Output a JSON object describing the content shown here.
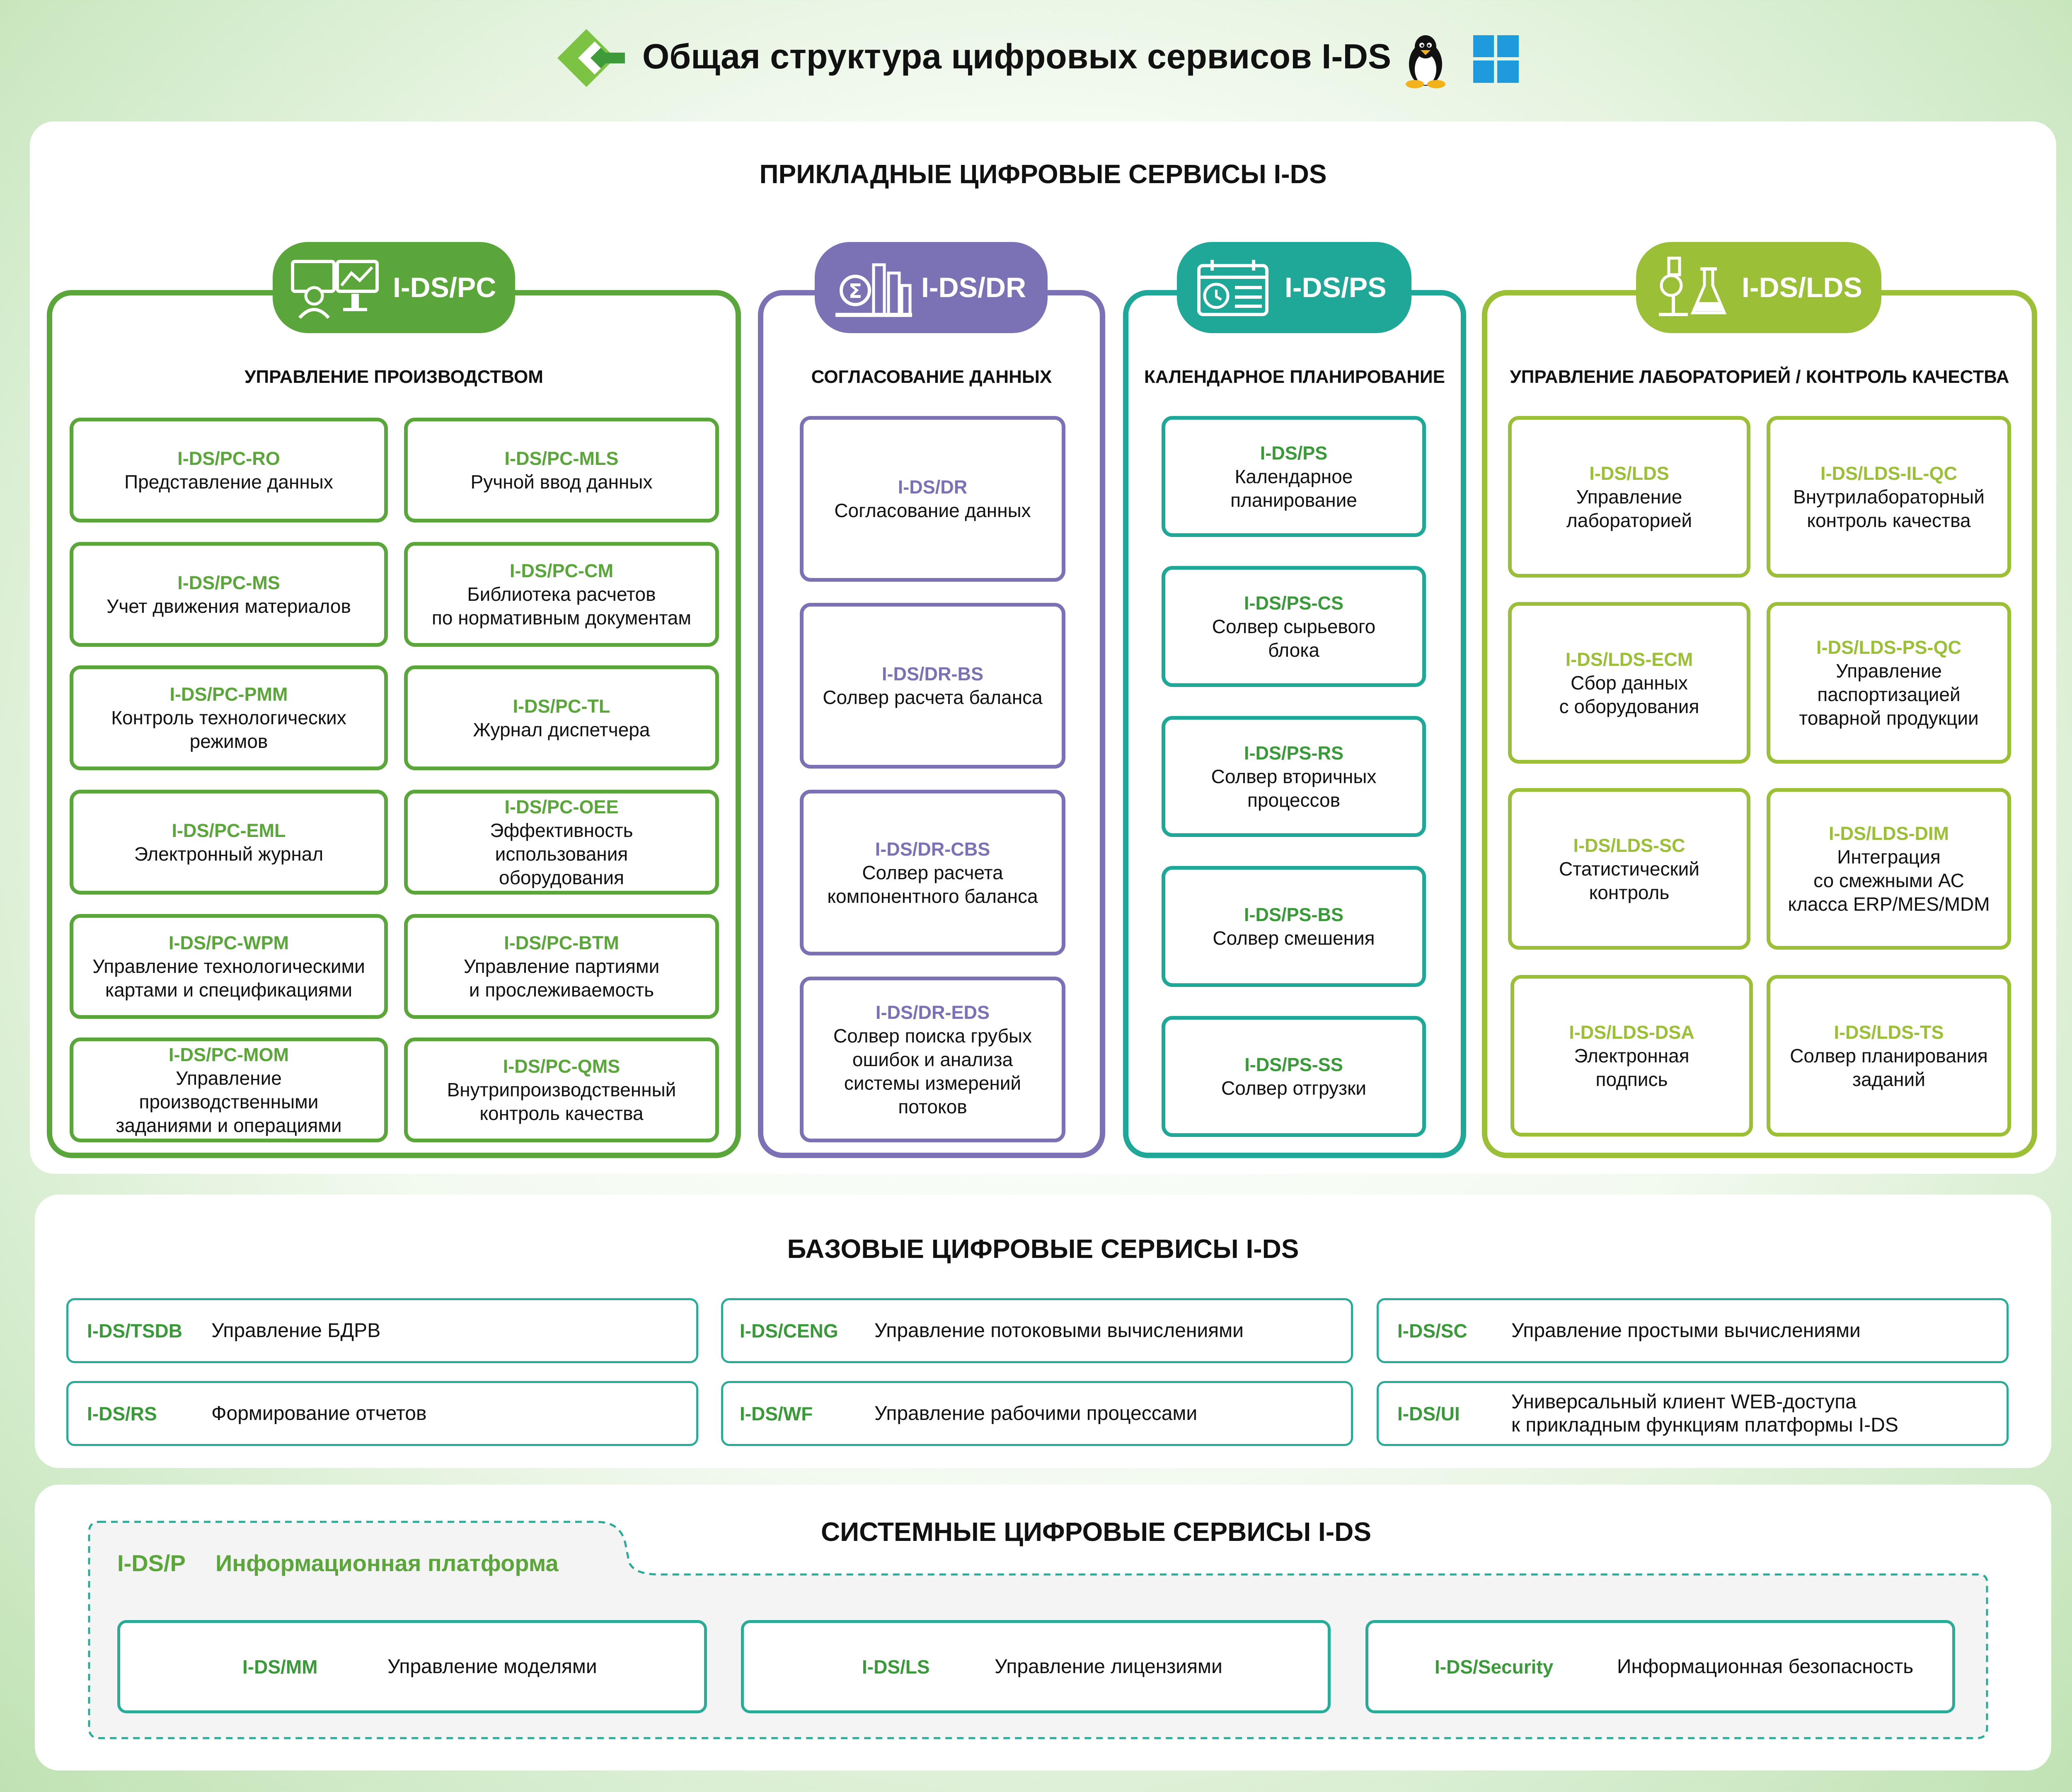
{
  "header": {
    "title": "Общая структура цифровых сервисов I-DS"
  },
  "applied": {
    "title": "ПРИКЛАДНЫЕ ЦИФРОВЫЕ СЕРВИСЫ I-DS",
    "pc": {
      "tag": "I-DS/PC",
      "subtitle": "УПРАВЛЕНИЕ ПРОИЗВОДСТВОМ",
      "color": "#5aa63a",
      "cards": [
        {
          "code": "I-DS/PC-RO",
          "desc": "Представление данных"
        },
        {
          "code": "I-DS/PC-MLS",
          "desc": "Ручной ввод данных"
        },
        {
          "code": "I-DS/PC-MS",
          "desc": "Учет движения материалов"
        },
        {
          "code": "I-DS/PC-CM",
          "desc": "Библиотека расчетов\nпо нормативным документам"
        },
        {
          "code": "I-DS/PC-PMM",
          "desc": "Контроль технологических\nрежимов"
        },
        {
          "code": "I-DS/PC-TL",
          "desc": "Журнал диспетчера"
        },
        {
          "code": "I-DS/PC-EML",
          "desc": "Электронный журнал"
        },
        {
          "code": "I-DS/PC-OEE",
          "desc": "Эффективность\nиспользования\nоборудования"
        },
        {
          "code": "I-DS/PC-WPM",
          "desc": "Управление технологическими\nкартами и спецификациями"
        },
        {
          "code": "I-DS/PC-BTM",
          "desc": "Управление партиями\nи прослеживаемость"
        },
        {
          "code": "I-DS/PC-MOM",
          "desc": "Управление\nпроизводственными\nзаданиями и операциями"
        },
        {
          "code": "I-DS/PC-QMS",
          "desc": "Внутрипроизводственный\nконтроль качества"
        }
      ]
    },
    "dr": {
      "tag": "I-DS/DR",
      "subtitle": "СОГЛАСОВАНИЕ ДАННЫХ",
      "color": "#7b72b5",
      "cards": [
        {
          "code": "I-DS/DR",
          "desc": "Согласование данных"
        },
        {
          "code": "I-DS/DR-BS",
          "desc": "Солвер расчета баланса"
        },
        {
          "code": "I-DS/DR-CBS",
          "desc": "Солвер расчета\nкомпонентного баланса"
        },
        {
          "code": "I-DS/DR-EDS",
          "desc": "Солвер поиска грубых\nошибок и анализа\nсистемы измерений\nпотоков"
        }
      ]
    },
    "ps": {
      "tag": "I-DS/PS",
      "subtitle": "КАЛЕНДАРНОЕ ПЛАНИРОВАНИЕ",
      "color": "#1fa797",
      "cards": [
        {
          "code": "I-DS/PS",
          "desc": "Календарное\nпланирование"
        },
        {
          "code": "I-DS/PS-CS",
          "desc": "Солвер сырьевого\nблока"
        },
        {
          "code": "I-DS/PS-RS",
          "desc": "Солвер вторичных\nпроцессов"
        },
        {
          "code": "I-DS/PS-BS",
          "desc": "Солвер смешения"
        },
        {
          "code": "I-DS/PS-SS",
          "desc": "Солвер отгрузки"
        }
      ]
    },
    "lds": {
      "tag": "I-DS/LDS",
      "subtitle": "УПРАВЛЕНИЕ ЛАБОРАТОРИЕЙ / КОНТРОЛЬ КАЧЕСТВА",
      "color": "#9cbf38",
      "cards": [
        {
          "code": "I-DS/LDS",
          "desc": "Управление\nлабораторией"
        },
        {
          "code": "I-DS/LDS-IL-QC",
          "desc": "Внутрилабораторный\nконтроль качества"
        },
        {
          "code": "I-DS/LDS-ECM",
          "desc": "Сбор данных\nс оборудования"
        },
        {
          "code": "I-DS/LDS-PS-QC",
          "desc": "Управление\nпаспортизацией\nтоварной продукции"
        },
        {
          "code": "I-DS/LDS-SC",
          "desc": "Статистический\nконтроль"
        },
        {
          "code": "I-DS/LDS-DIM",
          "desc": "Интеграция\nсо смежными АС\nкласса ERP/MES/MDM"
        },
        {
          "code": "I-DS/LDS-DSA",
          "desc": "Электронная\nподпись"
        },
        {
          "code": "I-DS/LDS-TS",
          "desc": "Солвер планирования\nзаданий"
        }
      ]
    }
  },
  "base": {
    "title": "БАЗОВЫЕ ЦИФРОВЫЕ СЕРВИСЫ I-DS",
    "items": [
      {
        "code": "I-DS/TSDB",
        "desc": "Управление БДРВ"
      },
      {
        "code": "I-DS/CENG",
        "desc": "Управление потоковыми вычислениями"
      },
      {
        "code": "I-DS/SC",
        "desc": "Управление простыми вычислениями"
      },
      {
        "code": "I-DS/RS",
        "desc": "Формирование отчетов"
      },
      {
        "code": "I-DS/WF",
        "desc": "Управление рабочими процессами"
      },
      {
        "code": "I-DS/UI",
        "desc": "Универсальный клиент WEB-доступа\nк прикладным функциям платформы I-DS"
      }
    ]
  },
  "system": {
    "title": "СИСТЕМНЫЕ ЦИФРОВЫЕ СЕРВИСЫ I-DS",
    "platform_code": "I-DS/P",
    "platform_name": "Информационная платформа",
    "items": [
      {
        "code": "I-DS/MM",
        "desc": "Управление моделями"
      },
      {
        "code": "I-DS/LS",
        "desc": "Управление лицензиями"
      },
      {
        "code": "I-DS/Security",
        "desc": "Информационная безопасность"
      }
    ]
  },
  "icons": [
    "logo-icon",
    "linux-tux-icon",
    "windows-icon",
    "monitors-icon",
    "plant-icon",
    "calendar-icon",
    "flask-microscope-icon"
  ]
}
